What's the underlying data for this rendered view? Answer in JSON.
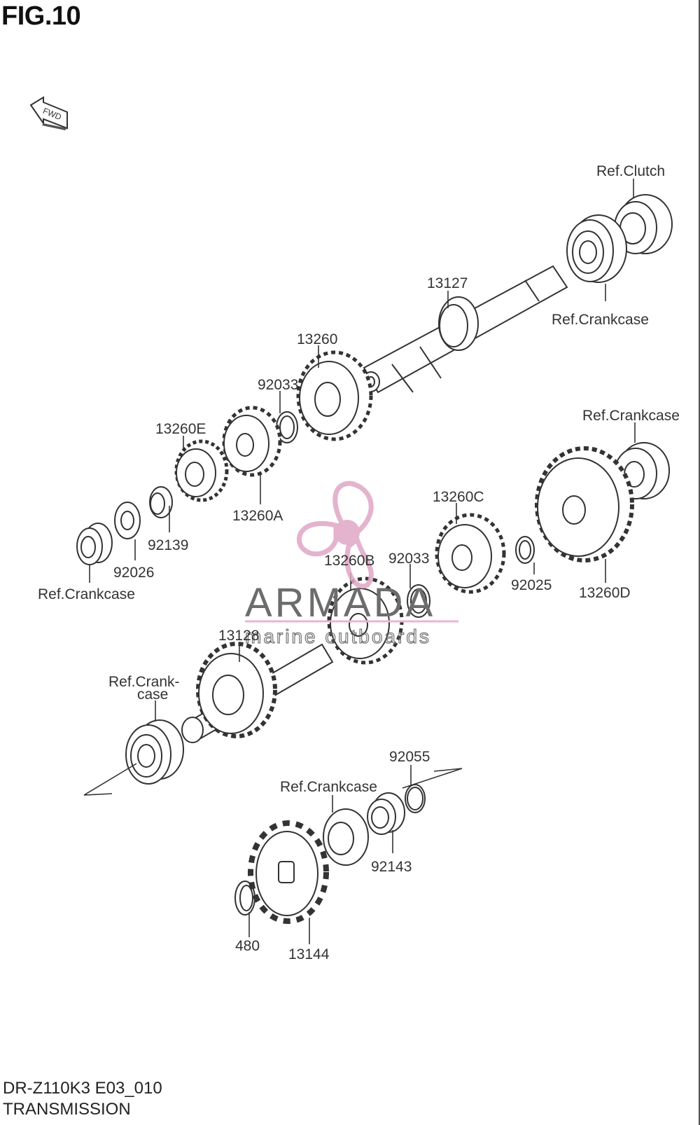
{
  "figure": {
    "title": "FIG.10",
    "model_code": "DR-Z110K3 E03_010",
    "section_name": "TRANSMISSION",
    "fwd_label": "FWD"
  },
  "part_labels": [
    {
      "id": "ref-clutch",
      "text": "Ref.Clutch"
    },
    {
      "id": "ref-crankcase-top",
      "text": "Ref.Crankcase"
    },
    {
      "id": "p13127",
      "text": "13127"
    },
    {
      "id": "p13260",
      "text": "13260"
    },
    {
      "id": "p92033-upper",
      "text": "92033"
    },
    {
      "id": "p13260E",
      "text": "13260E"
    },
    {
      "id": "p13260A",
      "text": "13260A"
    },
    {
      "id": "p92139",
      "text": "92139"
    },
    {
      "id": "p92026",
      "text": "92026"
    },
    {
      "id": "ref-crankcase-left",
      "text": "Ref.Crankcase"
    },
    {
      "id": "ref-crankcase-right",
      "text": "Ref.Crankcase"
    },
    {
      "id": "p13260C",
      "text": "13260C"
    },
    {
      "id": "p13260B",
      "text": "13260B"
    },
    {
      "id": "p92033-lower",
      "text": "92033"
    },
    {
      "id": "p92025",
      "text": "92025"
    },
    {
      "id": "p13260D",
      "text": "13260D"
    },
    {
      "id": "p13128",
      "text": "13128"
    },
    {
      "id": "ref-crankcase-split-1",
      "text": "Ref.Crank-"
    },
    {
      "id": "ref-crankcase-split-2",
      "text": "case"
    },
    {
      "id": "p92055",
      "text": "92055"
    },
    {
      "id": "ref-crankcase-bottom",
      "text": "Ref.Crankcase"
    },
    {
      "id": "p92143",
      "text": "92143"
    },
    {
      "id": "p480",
      "text": "480"
    },
    {
      "id": "p13144",
      "text": "13144"
    }
  ],
  "watermark": {
    "brand": "ARMADA",
    "tagline": "marine outboards",
    "logo_color": "#e0a6c6",
    "rule_color": "#e8b5d2"
  }
}
